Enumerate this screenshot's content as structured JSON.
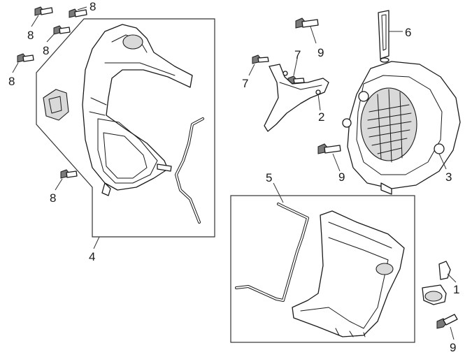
{
  "diagram": {
    "callouts": [
      {
        "id": "c8a",
        "text": "8"
      },
      {
        "id": "c8b",
        "text": "8"
      },
      {
        "id": "c8c",
        "text": "8"
      },
      {
        "id": "c8d",
        "text": "8"
      },
      {
        "id": "c8e",
        "text": "8"
      },
      {
        "id": "c4",
        "text": "4"
      },
      {
        "id": "c9a",
        "text": "9"
      },
      {
        "id": "c6",
        "text": "6"
      },
      {
        "id": "c7a",
        "text": "7"
      },
      {
        "id": "c7b",
        "text": "7"
      },
      {
        "id": "c2",
        "text": "2"
      },
      {
        "id": "c9b",
        "text": "9"
      },
      {
        "id": "c3",
        "text": "3"
      },
      {
        "id": "c5",
        "text": "5"
      },
      {
        "id": "c1",
        "text": "1"
      },
      {
        "id": "c9c",
        "text": "9"
      }
    ]
  }
}
